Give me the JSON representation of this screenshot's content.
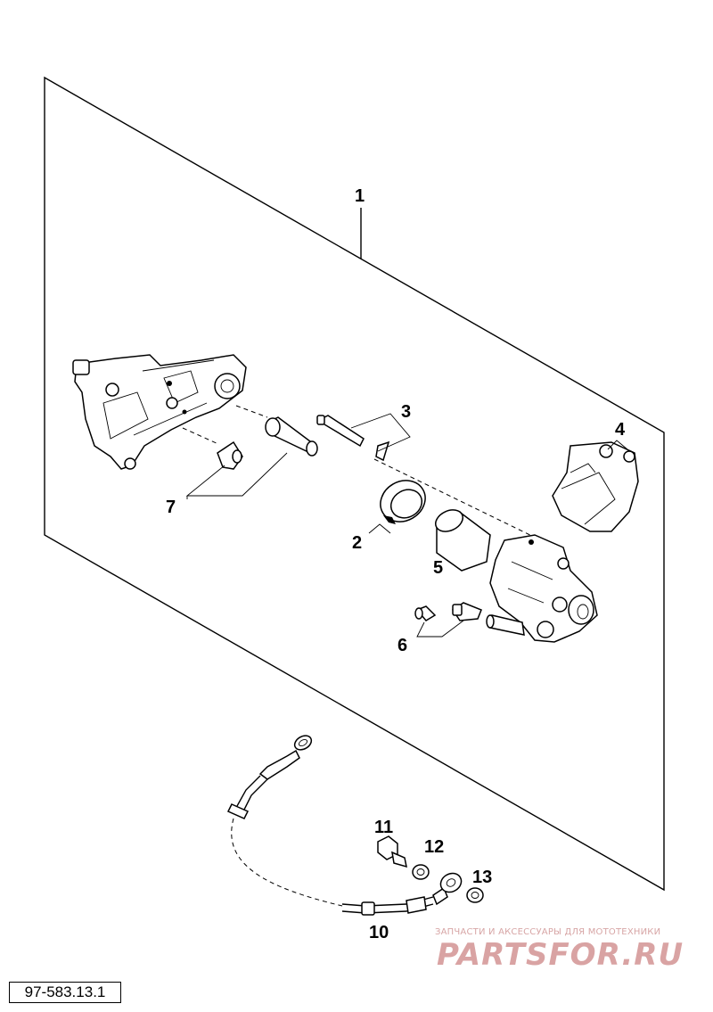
{
  "callouts": {
    "c1": "1",
    "c2": "2",
    "c3": "3",
    "c4": "4",
    "c5": "5",
    "c6": "6",
    "c7": "7",
    "c10": "10",
    "c11": "11",
    "c12": "12",
    "c13": "13"
  },
  "drawing_code": "97-583.13.1",
  "watermark": {
    "tagline": "ЗАПЧАСТИ И АКСЕССУАРЫ ДЛЯ МОТОТЕХНИКИ",
    "logo_text": "PARTSFOR.RU",
    "color": "#d9a3a3"
  }
}
